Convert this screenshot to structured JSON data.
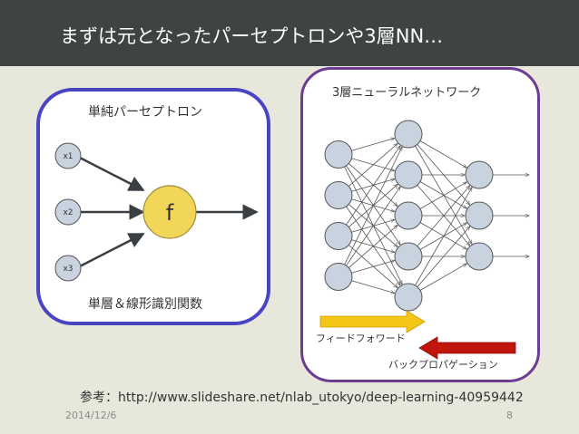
{
  "title": "まずは元となったパーセプトロンや3層NN…",
  "perceptron": {
    "heading": "単純パーセプトロン",
    "caption": "単層＆線形識別関数",
    "inputs": [
      "x1",
      "x2",
      "x3"
    ],
    "function_label": "f"
  },
  "network": {
    "heading": "3層ニューラルネットワーク",
    "layers": [
      4,
      5,
      3
    ],
    "forward_label": "フィードフォワード",
    "backward_label": "バックプロパゲーション"
  },
  "reference": "参考：http://www.slideshare.net/nlab_utokyo/deep-learning-40959442",
  "footer": {
    "date": "2014/12/6",
    "page": "8"
  },
  "colors": {
    "header_bg": "#3d4443",
    "background": "#e7e7dc",
    "left_border": "#4a44c4",
    "right_border": "#6d3b8f",
    "function_node": "#f1d65a",
    "input_node": "#c9d3df",
    "network_node": "#c9d3df",
    "forward_arrow": "#f5c518",
    "backward_arrow": "#c0150c"
  }
}
